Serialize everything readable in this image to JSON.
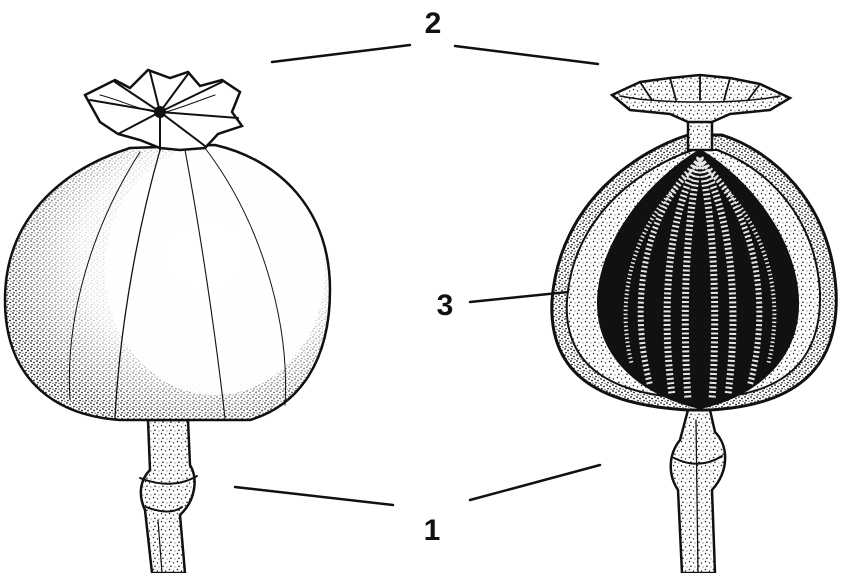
{
  "labels": {
    "one": "1",
    "two": "2",
    "three": "3"
  },
  "colors": {
    "ink": "#111111",
    "paper": "#ffffff",
    "seed": "#e8e8e8"
  },
  "icons": {
    "left": "poppy-capsule-icon",
    "right": "poppy-capsule-section-icon"
  }
}
